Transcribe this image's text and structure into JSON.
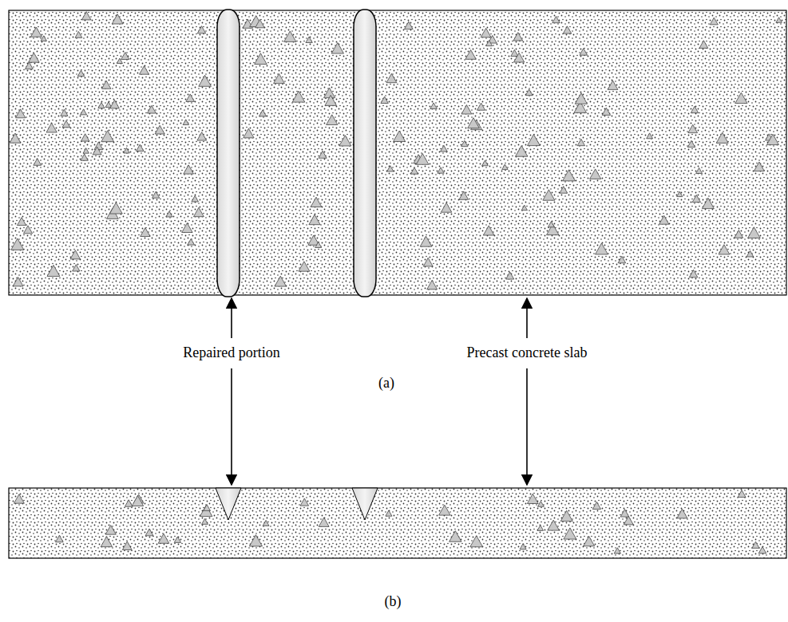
{
  "diagram": {
    "labels": [
      "Repaired portion",
      "Precast concrete slab",
      "(a)",
      "(b)"
    ]
  }
}
